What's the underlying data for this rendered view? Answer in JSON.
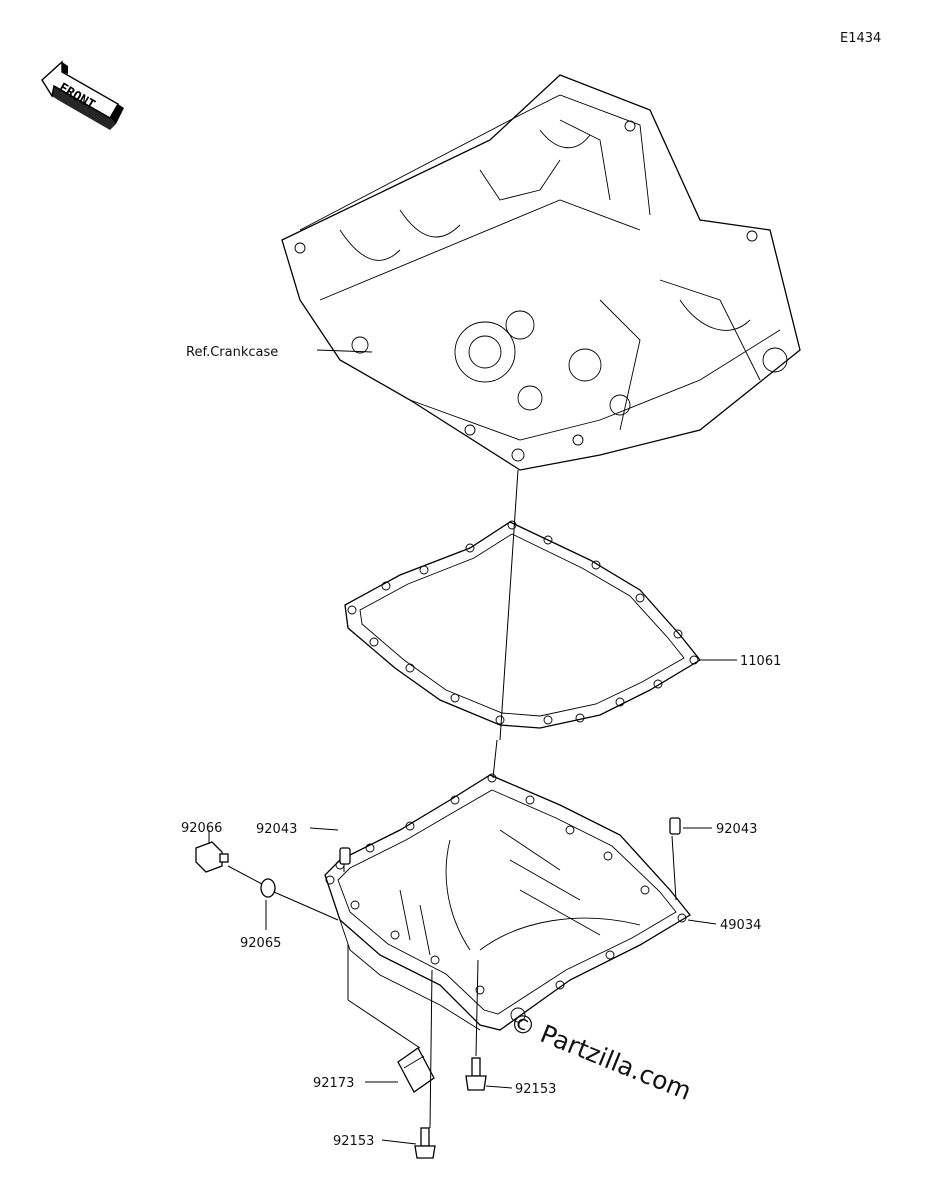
{
  "diagram_code": "E1434",
  "front_label": "FRONT",
  "watermark": "© Partzilla.com",
  "parts": {
    "crankcase": "Ref.Crankcase",
    "gasket": "11061",
    "oil_pan": "49034",
    "drain_plug": "92066",
    "washer": "92065",
    "dowel_left": "92043",
    "dowel_right": "92043",
    "clamp": "92173",
    "bolt_upper": "92153",
    "bolt_lower": "92153"
  }
}
